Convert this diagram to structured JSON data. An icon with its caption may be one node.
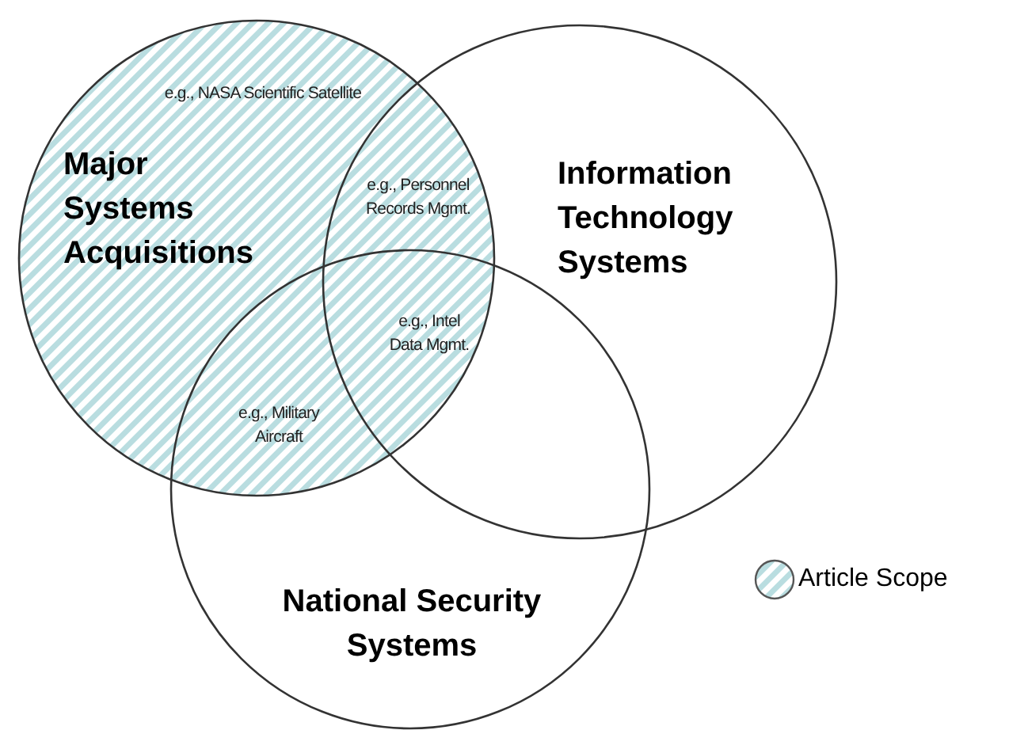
{
  "diagram": {
    "nodes": [
      {
        "text": [
          "Major Systems Acquisitions"
        ]
      },
      {
        "text": [
          "Information Technology Systems"
        ]
      },
      {
        "text": [
          "National Security Systems"
        ]
      }
    ],
    "labels": [
      "e.g., NASA Scientific Satellite",
      "e.g., Personnel Records Mgmt.",
      "e.g., Intel Data Mgmt.",
      "e.g., Military Aircraft"
    ],
    "legend": [
      {
        "text": "Article Scope"
      }
    ]
  }
}
